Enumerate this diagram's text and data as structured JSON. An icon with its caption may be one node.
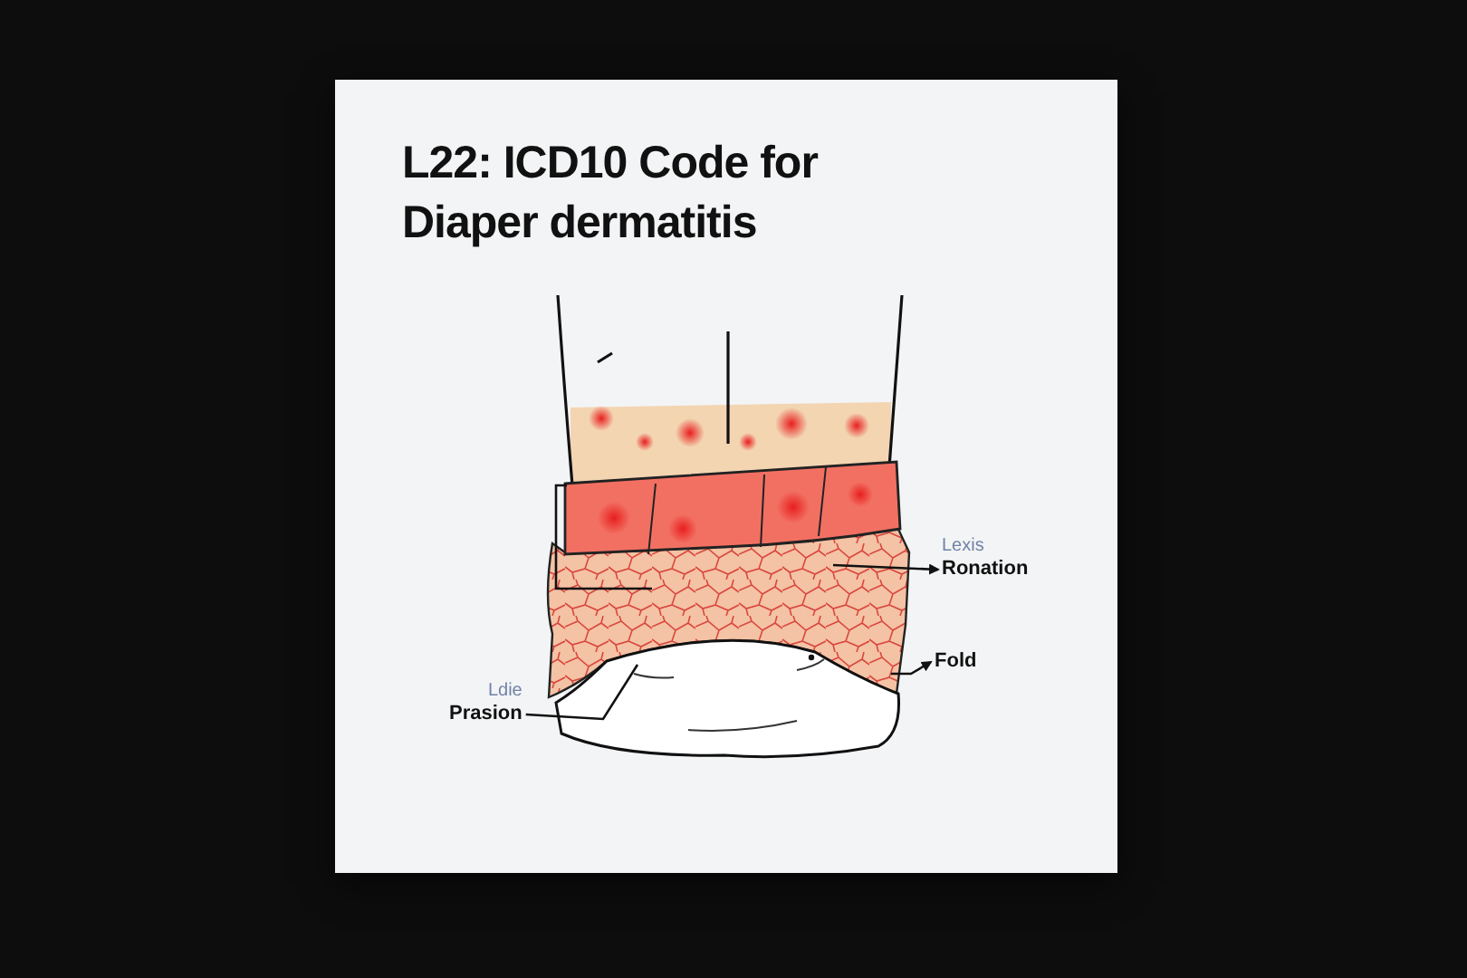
{
  "diagram": {
    "title": "L22: ICD10 Code for Diaper dermatitis",
    "nodes": [
      {
        "text": [
          "Lexis",
          "Ronation"
        ]
      },
      {
        "text": [
          "Fold"
        ]
      },
      {
        "text": [
          "Ldie",
          "Prasion"
        ]
      }
    ],
    "edges": [
      {
        "from": null,
        "to": 0,
        "arrow": "to"
      },
      {
        "from": null,
        "to": 1,
        "arrow": "to"
      },
      {
        "from": 2,
        "to": null,
        "arrow": "none"
      }
    ]
  }
}
